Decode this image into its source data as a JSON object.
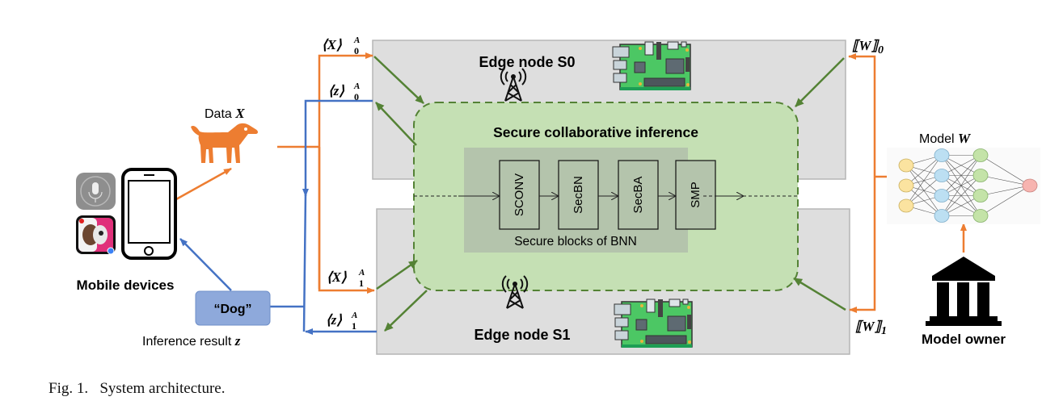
{
  "diagram": {
    "edge_node_0": {
      "title": "Edge node S0"
    },
    "edge_node_1": {
      "title": "Edge node S1"
    },
    "secure_region": {
      "title": "Secure collaborative inference",
      "blocks_caption": "Secure blocks of BNN",
      "blocks": [
        "SCONV",
        "SecBN",
        "SecBA",
        "SMP"
      ]
    },
    "mobile": {
      "label": "Mobile devices"
    },
    "data": {
      "label_prefix": "Data ",
      "label_var": "X"
    },
    "result": {
      "box_label": "“Dog”",
      "label_prefix": "Inference result ",
      "label_var": "z"
    },
    "model": {
      "label_prefix": "Model ",
      "label_var": "W",
      "layers": [
        3,
        4,
        4,
        1
      ]
    },
    "owner": {
      "label": "Model owner"
    },
    "shares": {
      "x0": {
        "open": "⟨",
        "var": "X",
        "close": "⟩",
        "sup": "A",
        "sub": "0"
      },
      "z0": {
        "open": "⟨",
        "var": "z",
        "close": "⟩",
        "sup": "A",
        "sub": "0"
      },
      "x1": {
        "open": "⟨",
        "var": "X",
        "close": "⟩",
        "sup": "A",
        "sub": "1"
      },
      "z1": {
        "open": "⟨",
        "var": "z",
        "close": "⟩",
        "sup": "A",
        "sub": "1"
      },
      "w0": {
        "open": "⟦",
        "var": "W",
        "close": "⟧",
        "sub": "0"
      },
      "w1": {
        "open": "⟦",
        "var": "W",
        "close": "⟧",
        "sub": "1"
      }
    },
    "colors": {
      "orange": "#ED7D31",
      "blue": "#4472C4",
      "green_arrow": "#548235",
      "edge_fill": "#DEDEDE",
      "secure_fill": "#C5E0B4",
      "blocks_fill": "#B4C4AC",
      "result_box": "#8EA9DB"
    }
  },
  "caption": "Fig. 1.   System architecture."
}
